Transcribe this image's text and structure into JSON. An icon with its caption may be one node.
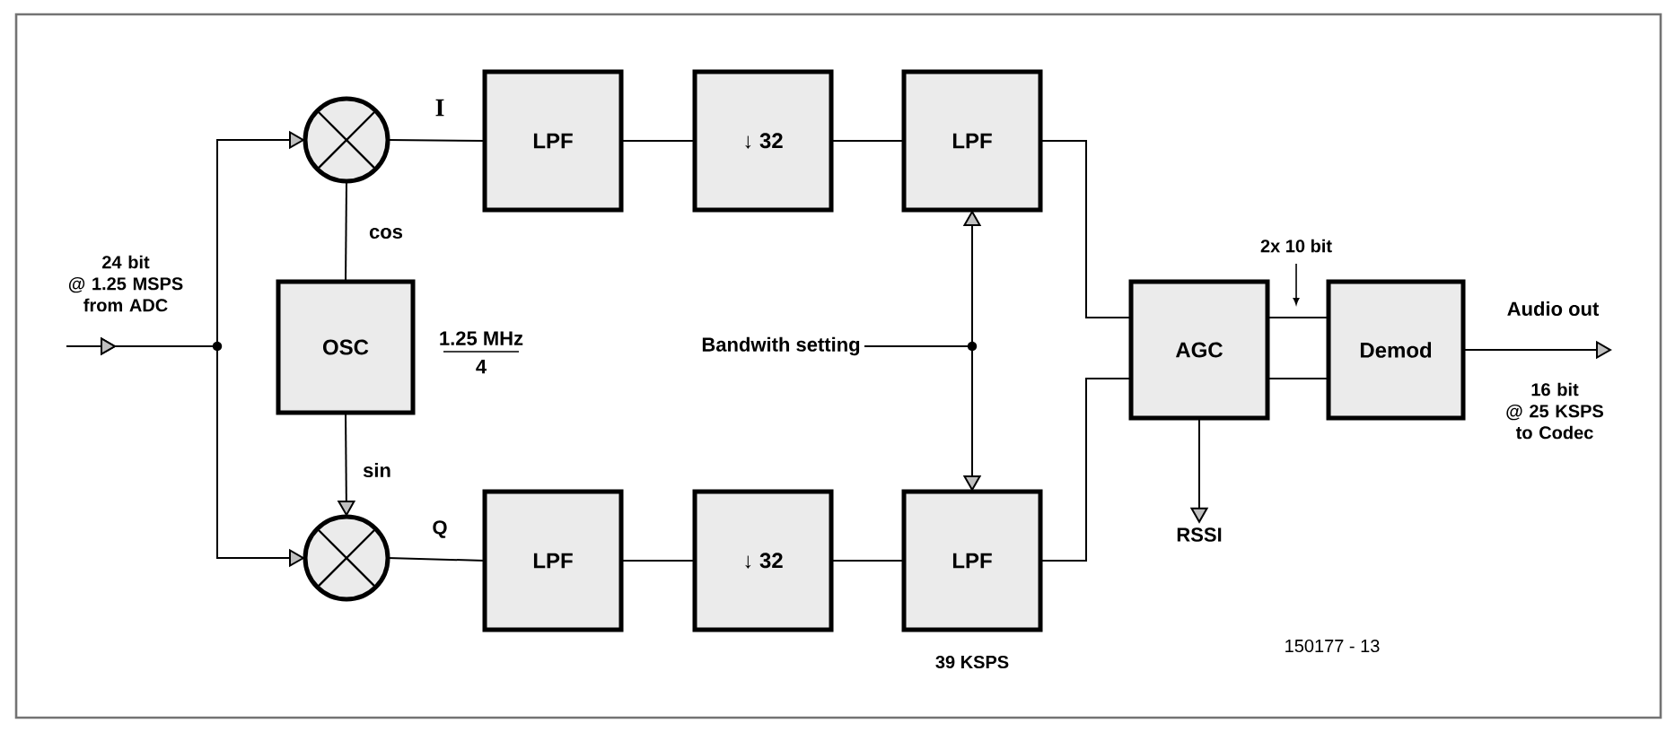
{
  "diagram": {
    "nodes": [
      {
        "text": [],
        "shape": "circle"
      },
      {
        "text": [],
        "shape": "circle"
      },
      {
        "text": [
          "OSC"
        ],
        "beside": [
          "1.25 MHz",
          "4"
        ]
      },
      {
        "text": [
          "LPF"
        ]
      },
      {
        "text": [
          "↓ 32"
        ]
      },
      {
        "text": [
          "LPF"
        ]
      },
      {
        "text": [
          "LPF"
        ]
      },
      {
        "text": [
          "↓ 32"
        ]
      },
      {
        "text": [
          "LPF"
        ],
        "beside": [
          "39 KSPS"
        ]
      },
      {
        "text": [
          "Bandwith setting"
        ]
      },
      {
        "text": [
          "AGC"
        ]
      },
      {
        "text": [
          "Demod"
        ]
      },
      {
        "text": [
          "RSSI"
        ]
      },
      {
        "text": [
          "Audio out",
          "16 bit @ 25 KSPS to Codec"
        ]
      }
    ],
    "edges": [
      {
        "from": null,
        "to": 0,
        "arrow": "to"
      },
      {
        "from": null,
        "to": 1,
        "arrow": "to"
      },
      {
        "from": 2,
        "to": 0,
        "arrow": "none",
        "label": "cos"
      },
      {
        "from": 2,
        "to": 1,
        "arrow": "to",
        "label": "sin"
      },
      {
        "from": 0,
        "to": 3,
        "arrow": "none",
        "label": "I"
      },
      {
        "from": 3,
        "to": 4,
        "arrow": "none"
      },
      {
        "from": 4,
        "to": 5,
        "arrow": "none"
      },
      {
        "from": 1,
        "to": 6,
        "arrow": "none",
        "label": "Q"
      },
      {
        "from": 6,
        "to": 7,
        "arrow": "none"
      },
      {
        "from": 7,
        "to": 8,
        "arrow": "none"
      },
      {
        "from": 9,
        "to": 5,
        "arrow": "to"
      },
      {
        "from": 9,
        "to": 8,
        "arrow": "to"
      },
      {
        "from": 5,
        "to": 10,
        "arrow": "none"
      },
      {
        "from": 8,
        "to": 10,
        "arrow": "none"
      },
      {
        "from": 10,
        "to": 11,
        "arrow": "none"
      },
      {
        "from": 10,
        "to": 11,
        "arrow": "none"
      },
      {
        "from": 10,
        "to": 12,
        "arrow": "to"
      },
      {
        "from": 11,
        "to": 13,
        "arrow": "to"
      }
    ],
    "labels": [
      "24 bit @ 1.25 MSPS from ADC",
      "2x 10 bit",
      "150177 - 13"
    ]
  }
}
